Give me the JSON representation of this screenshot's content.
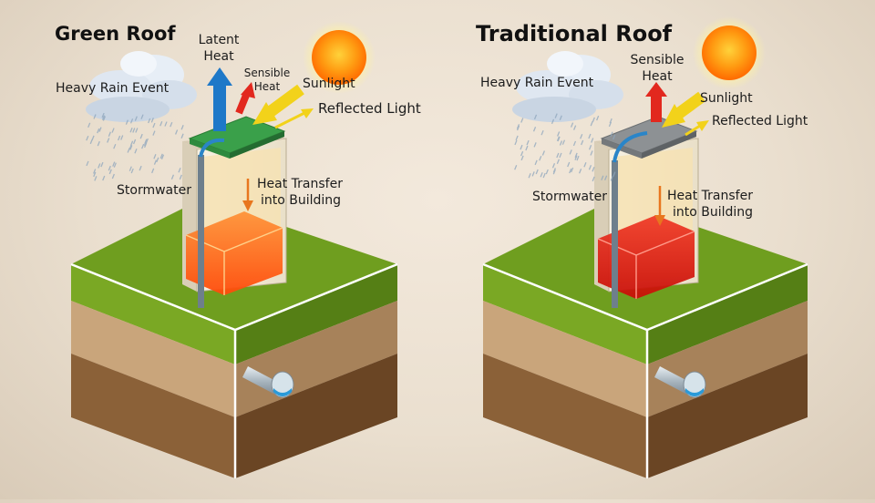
{
  "colors": {
    "background": "#eadfcf",
    "grass_top": "#6a9a1a",
    "soil_light": "#c8a67c",
    "soil_dark": "#7a5530",
    "green_roof": "#3aa04a",
    "gray_roof": "#8d9194",
    "heat_green_roof": "#ff6a1a",
    "heat_traditional_roof": "#e01a10",
    "latent_heat_arrow": "#1e78c8",
    "sensible_heat_arrow": "#e2281e",
    "sunlight_arrow": "#f2d21a",
    "pipe_water": "#2a9ad8"
  },
  "panels": {
    "green": {
      "title": "Green Roof",
      "heavy_rain": "Heavy Rain Event",
      "latent_heat_line1": "Latent",
      "latent_heat_line2": "Heat",
      "sensible_heat_line1": "Sensible",
      "sensible_heat_line2": "Heat",
      "sunlight": "Sunlight",
      "reflected_light": "Reflected Light",
      "stormwater": "Stormwater",
      "heat_transfer_line1": "Heat Transfer",
      "heat_transfer_line2": "into Building"
    },
    "traditional": {
      "title": "Traditional Roof",
      "heavy_rain": "Heavy Rain Event",
      "sensible_heat_line1": "Sensible",
      "sensible_heat_line2": "Heat",
      "sunlight": "Sunlight",
      "reflected_light": "Reflected Light",
      "stormwater": "Stormwater",
      "heat_transfer_line1": "Heat Transfer",
      "heat_transfer_line2": "into Building"
    }
  },
  "icons": [
    "cloud-icon",
    "rain-icon",
    "sun-icon",
    "arrow-up-icon",
    "arrow-down-icon",
    "pipe-icon"
  ]
}
